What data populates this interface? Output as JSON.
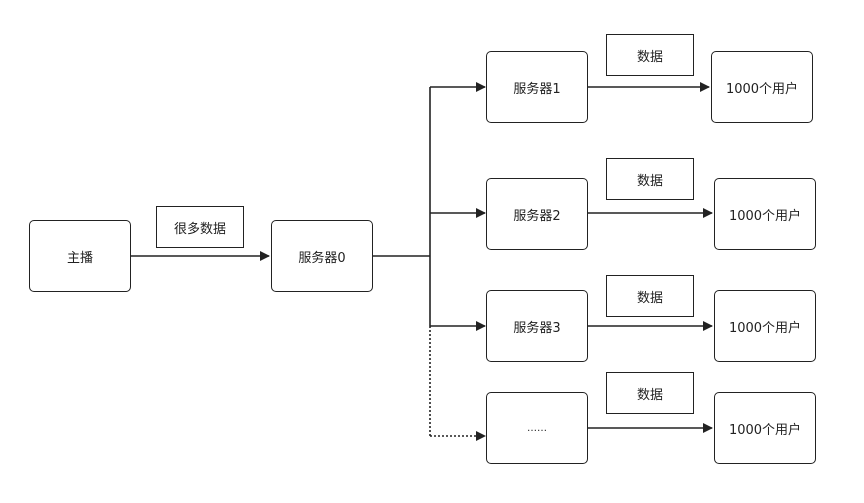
{
  "nodes": {
    "anchor": "主播",
    "server0": "服务器0",
    "server1": "服务器1",
    "server2": "服务器2",
    "server3": "服务器3",
    "server_more": "……",
    "users1": "1000个用户",
    "users2": "1000个用户",
    "users3": "1000个用户",
    "users4": "1000个用户"
  },
  "edge_labels": {
    "anchor_to_server0": "很多数据",
    "server1_to_users": "数据",
    "server2_to_users": "数据",
    "server3_to_users": "数据",
    "more_to_users": "数据"
  },
  "colors": {
    "stroke": "#222222",
    "background": "#ffffff"
  }
}
